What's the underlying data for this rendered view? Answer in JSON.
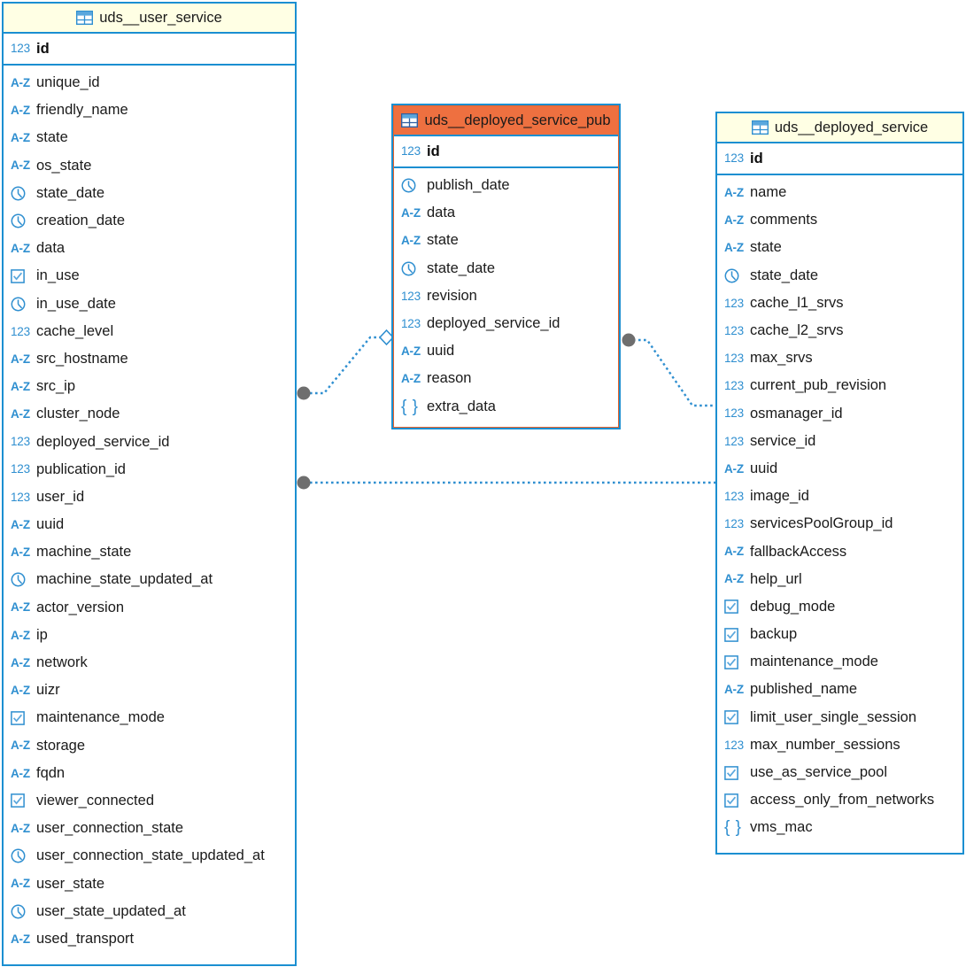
{
  "diagram": {
    "type": "er-diagram",
    "background": "#ffffff",
    "accent_border": "#1b8fd1",
    "header_fill": "#ffffe4",
    "selected_header_fill": "#ee7040",
    "icon_color": "#2f8fd0",
    "link_color": "#2f8fd0",
    "endpoint_color": "#6e6e6e"
  },
  "tables": [
    {
      "name": "uds__user_service",
      "icon": "table-icon",
      "selected": false,
      "primary_key": {
        "label": "id",
        "type": "number",
        "icon": "123-icon"
      },
      "fields": [
        {
          "label": "unique_id",
          "type": "string",
          "icon": "az-icon"
        },
        {
          "label": "friendly_name",
          "type": "string",
          "icon": "az-icon"
        },
        {
          "label": "state",
          "type": "string",
          "icon": "az-icon"
        },
        {
          "label": "os_state",
          "type": "string",
          "icon": "az-icon"
        },
        {
          "label": "state_date",
          "type": "date",
          "icon": "clock-icon"
        },
        {
          "label": "creation_date",
          "type": "date",
          "icon": "clock-icon"
        },
        {
          "label": "data",
          "type": "string",
          "icon": "az-icon"
        },
        {
          "label": "in_use",
          "type": "boolean",
          "icon": "checkbox-icon"
        },
        {
          "label": "in_use_date",
          "type": "date",
          "icon": "clock-icon"
        },
        {
          "label": "cache_level",
          "type": "number",
          "icon": "123-icon"
        },
        {
          "label": "src_hostname",
          "type": "string",
          "icon": "az-icon"
        },
        {
          "label": "src_ip",
          "type": "string",
          "icon": "az-icon"
        },
        {
          "label": "cluster_node",
          "type": "string",
          "icon": "az-icon"
        },
        {
          "label": "deployed_service_id",
          "type": "number",
          "icon": "123-icon"
        },
        {
          "label": "publication_id",
          "type": "number",
          "icon": "123-icon"
        },
        {
          "label": "user_id",
          "type": "number",
          "icon": "123-icon"
        },
        {
          "label": "uuid",
          "type": "string",
          "icon": "az-icon"
        },
        {
          "label": "machine_state",
          "type": "string",
          "icon": "az-icon"
        },
        {
          "label": "machine_state_updated_at",
          "type": "date",
          "icon": "clock-icon"
        },
        {
          "label": "actor_version",
          "type": "string",
          "icon": "az-icon"
        },
        {
          "label": "ip",
          "type": "string",
          "icon": "az-icon"
        },
        {
          "label": "network",
          "type": "string",
          "icon": "az-icon"
        },
        {
          "label": "uizr",
          "type": "string",
          "icon": "az-icon"
        },
        {
          "label": "maintenance_mode",
          "type": "boolean",
          "icon": "checkbox-icon"
        },
        {
          "label": "storage",
          "type": "string",
          "icon": "az-icon"
        },
        {
          "label": "fqdn",
          "type": "string",
          "icon": "az-icon"
        },
        {
          "label": "viewer_connected",
          "type": "boolean",
          "icon": "checkbox-icon"
        },
        {
          "label": "user_connection_state",
          "type": "string",
          "icon": "az-icon"
        },
        {
          "label": "user_connection_state_updated_at",
          "type": "date",
          "icon": "clock-icon"
        },
        {
          "label": "user_state",
          "type": "string",
          "icon": "az-icon"
        },
        {
          "label": "user_state_updated_at",
          "type": "date",
          "icon": "clock-icon"
        },
        {
          "label": "used_transport",
          "type": "string",
          "icon": "az-icon"
        }
      ]
    },
    {
      "name": "uds__deployed_service_pub",
      "icon": "table-icon",
      "selected": true,
      "primary_key": {
        "label": "id",
        "type": "number",
        "icon": "123-icon"
      },
      "fields": [
        {
          "label": "publish_date",
          "type": "date",
          "icon": "clock-icon"
        },
        {
          "label": "data",
          "type": "string",
          "icon": "az-icon"
        },
        {
          "label": "state",
          "type": "string",
          "icon": "az-icon"
        },
        {
          "label": "state_date",
          "type": "date",
          "icon": "clock-icon"
        },
        {
          "label": "revision",
          "type": "number",
          "icon": "123-icon"
        },
        {
          "label": "deployed_service_id",
          "type": "number",
          "icon": "123-icon"
        },
        {
          "label": "uuid",
          "type": "string",
          "icon": "az-icon"
        },
        {
          "label": "reason",
          "type": "string",
          "icon": "az-icon"
        },
        {
          "label": "extra_data",
          "type": "json",
          "icon": "json-icon"
        }
      ]
    },
    {
      "name": "uds__deployed_service",
      "icon": "table-icon",
      "selected": false,
      "primary_key": {
        "label": "id",
        "type": "number",
        "icon": "123-icon"
      },
      "fields": [
        {
          "label": "name",
          "type": "string",
          "icon": "az-icon"
        },
        {
          "label": "comments",
          "type": "string",
          "icon": "az-icon"
        },
        {
          "label": "state",
          "type": "string",
          "icon": "az-icon"
        },
        {
          "label": "state_date",
          "type": "date",
          "icon": "clock-icon"
        },
        {
          "label": "cache_l1_srvs",
          "type": "number",
          "icon": "123-icon"
        },
        {
          "label": "cache_l2_srvs",
          "type": "number",
          "icon": "123-icon"
        },
        {
          "label": "max_srvs",
          "type": "number",
          "icon": "123-icon"
        },
        {
          "label": "current_pub_revision",
          "type": "number",
          "icon": "123-icon"
        },
        {
          "label": "osmanager_id",
          "type": "number",
          "icon": "123-icon"
        },
        {
          "label": "service_id",
          "type": "number",
          "icon": "123-icon"
        },
        {
          "label": "uuid",
          "type": "string",
          "icon": "az-icon"
        },
        {
          "label": "image_id",
          "type": "number",
          "icon": "123-icon"
        },
        {
          "label": "servicesPoolGroup_id",
          "type": "number",
          "icon": "123-icon"
        },
        {
          "label": "fallbackAccess",
          "type": "string",
          "icon": "az-icon"
        },
        {
          "label": "help_url",
          "type": "string",
          "icon": "az-icon"
        },
        {
          "label": "debug_mode",
          "type": "boolean",
          "icon": "checkbox-icon"
        },
        {
          "label": "backup",
          "type": "boolean",
          "icon": "checkbox-icon"
        },
        {
          "label": "maintenance_mode",
          "type": "boolean",
          "icon": "checkbox-icon"
        },
        {
          "label": "published_name",
          "type": "string",
          "icon": "az-icon"
        },
        {
          "label": "limit_user_single_session",
          "type": "boolean",
          "icon": "checkbox-icon"
        },
        {
          "label": "max_number_sessions",
          "type": "number",
          "icon": "123-icon"
        },
        {
          "label": "use_as_service_pool",
          "type": "boolean",
          "icon": "checkbox-icon"
        },
        {
          "label": "access_only_from_networks",
          "type": "boolean",
          "icon": "checkbox-icon"
        },
        {
          "label": "vms_mac",
          "type": "json",
          "icon": "json-icon"
        }
      ]
    }
  ],
  "relationships": [
    {
      "name": "user_service-to-deployed_service_pub",
      "from_table": "uds__user_service",
      "to_table": "uds__deployed_service_pub",
      "from_marker": "filled-circle",
      "to_marker": "diamond"
    },
    {
      "name": "deployed_service_pub-to-deployed_service",
      "from_table": "uds__deployed_service_pub",
      "to_table": "uds__deployed_service",
      "from_marker": "filled-circle",
      "to_marker": "none"
    },
    {
      "name": "user_service-to-deployed_service",
      "from_table": "uds__user_service",
      "to_table": "uds__deployed_service",
      "from_marker": "filled-circle",
      "to_marker": "none"
    }
  ]
}
